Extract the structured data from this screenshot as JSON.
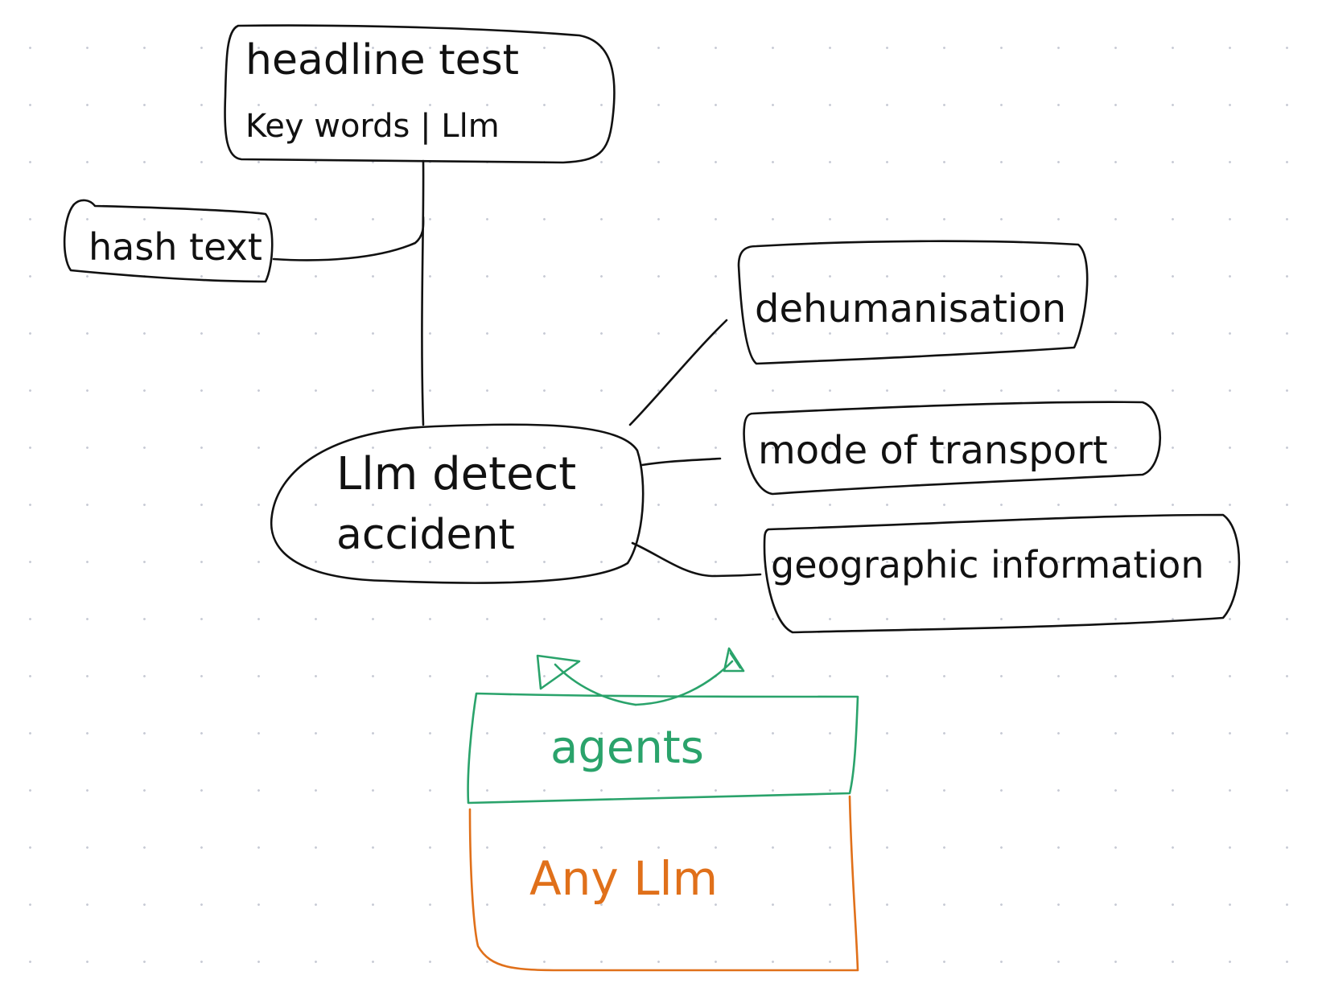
{
  "colors": {
    "ink": "#111111",
    "green": "#2aa36b",
    "orange": "#e0701a"
  },
  "nodes": {
    "headline": {
      "line1": "headline test",
      "line2": "Key words | Llm"
    },
    "hash_text": {
      "label": "hash text"
    },
    "llm_detect": {
      "line1": "Llm detect",
      "line2": "accident"
    },
    "dehumanisation": {
      "label": "dehumanisation"
    },
    "mode_of_transport": {
      "label": "mode of transport"
    },
    "geographic_information": {
      "label": "geographic information"
    }
  },
  "stack": {
    "agents": {
      "label": "agents"
    },
    "any_llm": {
      "label": "Any Llm"
    }
  }
}
